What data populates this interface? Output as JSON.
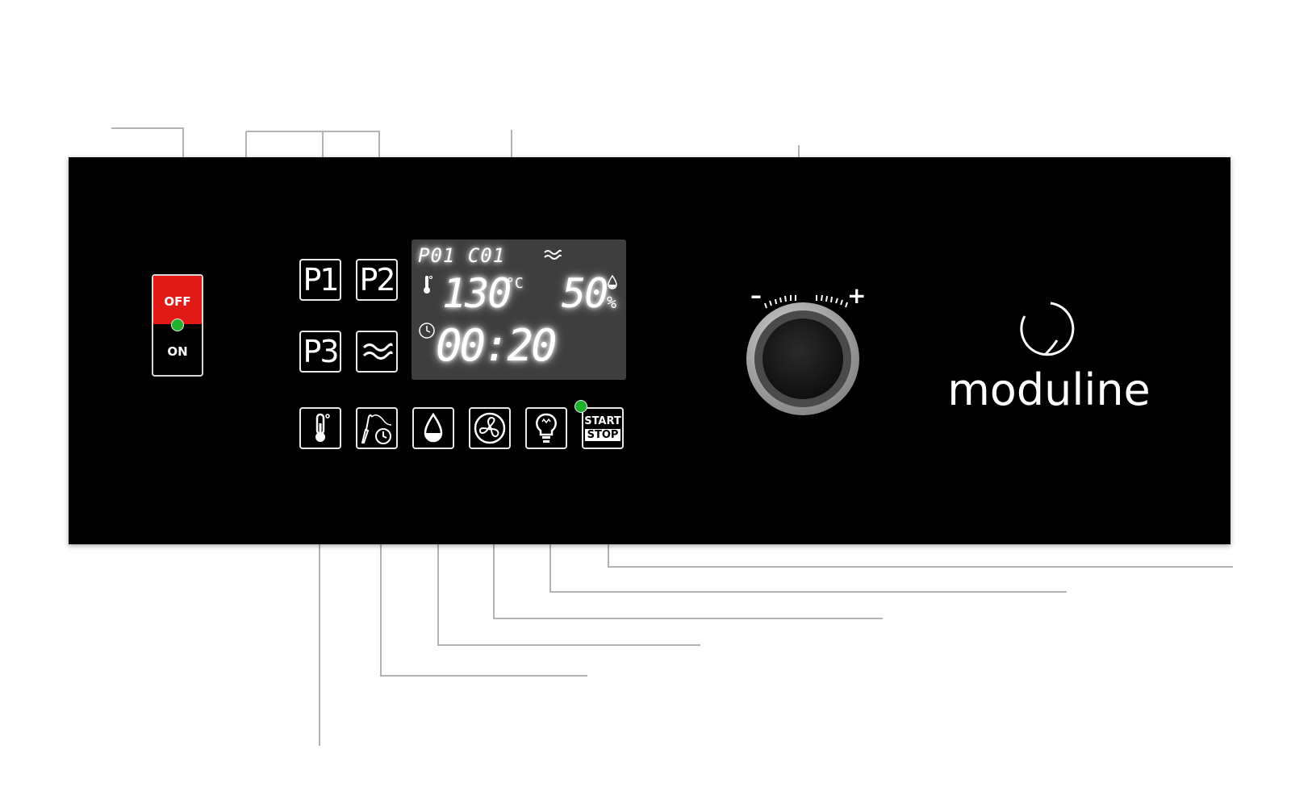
{
  "power_switch": {
    "off_label": "OFF",
    "on_label": "ON",
    "led_color": "#1fb02e",
    "off_color": "#e11a16"
  },
  "program_keys": [
    {
      "label": "P1"
    },
    {
      "label": "P2"
    },
    {
      "label": "P3"
    }
  ],
  "function_keys": [
    {
      "icon": "steam-waves-icon"
    },
    {
      "icon": "thermometer-icon"
    },
    {
      "icon": "probe-timer-icon"
    },
    {
      "icon": "humidity-drop-icon"
    },
    {
      "icon": "fan-icon"
    },
    {
      "icon": "light-bulb-icon"
    }
  ],
  "start_stop": {
    "start_label": "START",
    "stop_label": "STOP",
    "led_color": "#1fb02e"
  },
  "display": {
    "program": "P01 C01",
    "temperature": "130",
    "temperature_unit": "°C",
    "humidity": "50",
    "humidity_unit": "%",
    "time": "00:20"
  },
  "knob": {
    "minus_label": "–",
    "plus_label": "+"
  },
  "brand": {
    "name": "moduline"
  }
}
